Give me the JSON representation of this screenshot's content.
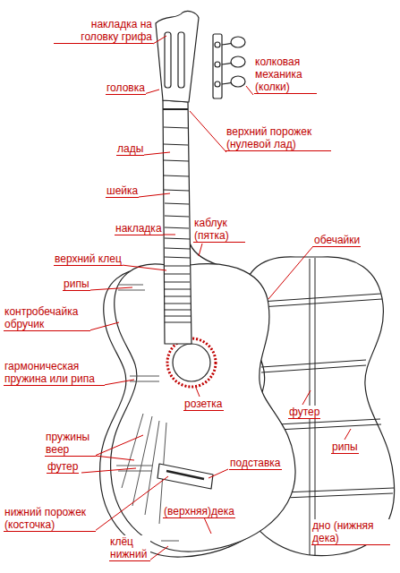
{
  "diagram": {
    "labels": [
      "накладка на головку грифа",
      "головка",
      "колковая механика (колки)",
      "верхний порожек (нулевой лад)",
      "лады",
      "шейка",
      "накладка",
      "каблук (пятка)",
      "обечайки",
      "верхний клец",
      "рипы",
      "контробечайка обручик",
      "гармоническая пружина или рипа",
      "розетка",
      "футер",
      "пружины веер",
      "рипы",
      "футер",
      "подставка",
      "нижний порожек (косточка)",
      "(верхняя)дека",
      "дно (нижняя дека)",
      "клёц нижний"
    ]
  }
}
